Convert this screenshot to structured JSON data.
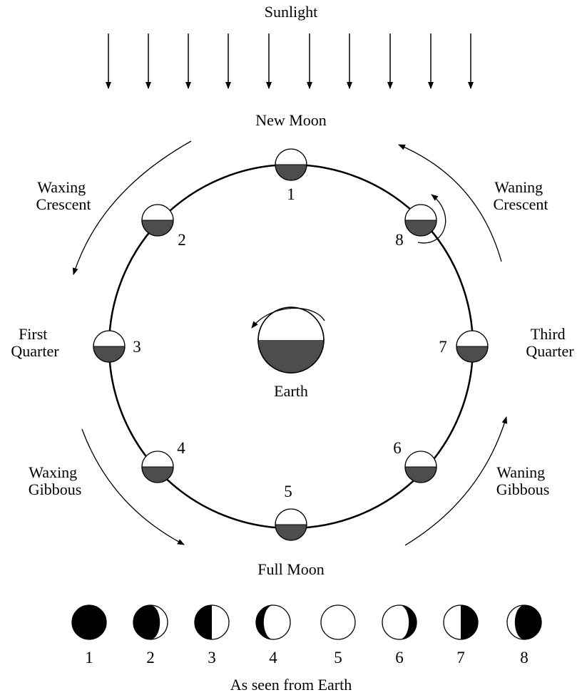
{
  "sunlight_label": "Sunlight",
  "earth_label": "Earth",
  "caption": "As seen from Earth",
  "phase_names": {
    "new_moon": "New Moon",
    "waxing_crescent": [
      "Waxing",
      "Crescent"
    ],
    "first_quarter": [
      "First",
      "Quarter"
    ],
    "waxing_gibbous": [
      "Waxing",
      "Gibbous"
    ],
    "full_moon": "Full Moon",
    "waning_gibbous": [
      "Waning",
      "Gibbous"
    ],
    "third_quarter": [
      "Third",
      "Quarter"
    ],
    "waning_crescent": [
      "Waning",
      "Crescent"
    ]
  },
  "orbit_numbers": [
    "1",
    "2",
    "3",
    "4",
    "5",
    "6",
    "7",
    "8"
  ],
  "view_numbers": [
    "1",
    "2",
    "3",
    "4",
    "5",
    "6",
    "7",
    "8"
  ],
  "colors": {
    "shadow": "#4d4d4d",
    "dark": "#000000",
    "light": "#ffffff",
    "line": "#000000"
  }
}
